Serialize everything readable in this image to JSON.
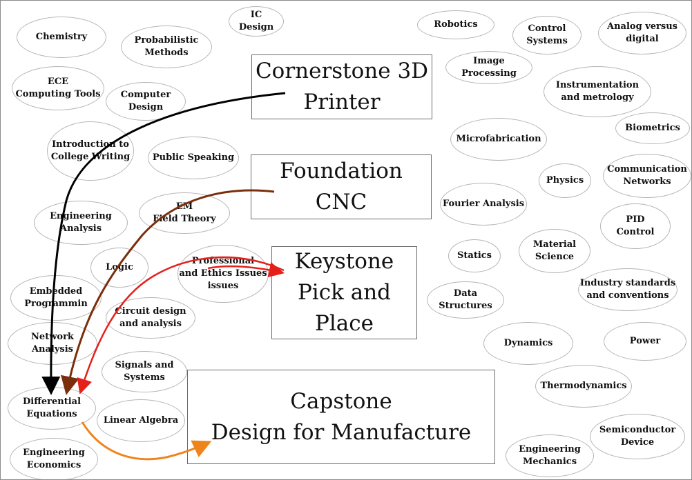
{
  "projects": [
    {
      "id": "cornerstone",
      "label": "Cornerstone 3D\nPrinter"
    },
    {
      "id": "foundation",
      "label": "Foundation\nCNC"
    },
    {
      "id": "keystone",
      "label": "Keystone\nPick and\nPlace"
    },
    {
      "id": "capstone",
      "label": "Capstone\nDesign for Manufacture"
    }
  ],
  "courses": [
    {
      "id": "chemistry",
      "label": "Chemistry"
    },
    {
      "id": "probabilistic-methods",
      "label": "Probabilistic\nMethods"
    },
    {
      "id": "ic-design",
      "label": "IC\nDesign"
    },
    {
      "id": "robotics",
      "label": "Robotics"
    },
    {
      "id": "control-systems",
      "label": "Control\nSystems"
    },
    {
      "id": "analog-versus-digital",
      "label": "Analog versus\ndigital"
    },
    {
      "id": "image-processing",
      "label": "Image\nProcessing"
    },
    {
      "id": "ece-computing-tools",
      "label": "ECE\nComputing Tools"
    },
    {
      "id": "computer-design",
      "label": "Computer\nDesign"
    },
    {
      "id": "instrumentation-and-metrology",
      "label": "Instrumentation\nand metrology"
    },
    {
      "id": "biometrics",
      "label": "Biometrics"
    },
    {
      "id": "introduction-to-college-writing",
      "label": "Introduction to\nCollege Writing"
    },
    {
      "id": "public-speaking",
      "label": "Public Speaking"
    },
    {
      "id": "microfabrication",
      "label": "Microfabrication"
    },
    {
      "id": "physics",
      "label": "Physics"
    },
    {
      "id": "communication-networks",
      "label": "Communication\nNetworks"
    },
    {
      "id": "engineering-analysis",
      "label": "Engineering\nAnalysis"
    },
    {
      "id": "em-field-theory",
      "label": "EM\nField Theory"
    },
    {
      "id": "fourier-analysis",
      "label": "Fourier Analysis"
    },
    {
      "id": "pid-control",
      "label": "PID\nControl"
    },
    {
      "id": "logic",
      "label": "Logic"
    },
    {
      "id": "professional-and-ethics-issues",
      "label": "Professional\nand Ethics Issues\nissues"
    },
    {
      "id": "statics",
      "label": "Statics"
    },
    {
      "id": "material-science",
      "label": "Material\nScience"
    },
    {
      "id": "embedded-programming",
      "label": "Embedded\nProgrammin"
    },
    {
      "id": "industry-standards-and-conventions",
      "label": "Industry standards\nand conventions"
    },
    {
      "id": "data-structures",
      "label": "Data\nStructures"
    },
    {
      "id": "circuit-design-and-analysis",
      "label": "Circuit design\nand analysis"
    },
    {
      "id": "network-analysis",
      "label": "Network\nAnalysis"
    },
    {
      "id": "dynamics",
      "label": "Dynamics"
    },
    {
      "id": "power",
      "label": "Power"
    },
    {
      "id": "signals-and-systems",
      "label": "Signals and\nSystems"
    },
    {
      "id": "thermodynamics",
      "label": "Thermodynamics"
    },
    {
      "id": "differential-equations",
      "label": "Differential\nEquations"
    },
    {
      "id": "linear-algebra",
      "label": "Linear Algebra"
    },
    {
      "id": "semiconductor-device",
      "label": "Semiconductor\nDevice"
    },
    {
      "id": "engineering-economics",
      "label": "Engineering\nEconomics"
    },
    {
      "id": "engineering-mechanics",
      "label": "Engineering\nMechanics"
    }
  ],
  "arrows": [
    {
      "from": "cornerstone",
      "to": "differential-equations",
      "color": "#000000"
    },
    {
      "from": "foundation",
      "to": "differential-equations",
      "color": "#7a2e0b"
    },
    {
      "from": "keystone",
      "to": "differential-equations",
      "color": "#e4201b"
    },
    {
      "from": "professional-and-ethics-issues",
      "to": "keystone",
      "color": "#e4201b"
    },
    {
      "from": "differential-equations",
      "to": "capstone",
      "color": "#f0841c"
    }
  ]
}
